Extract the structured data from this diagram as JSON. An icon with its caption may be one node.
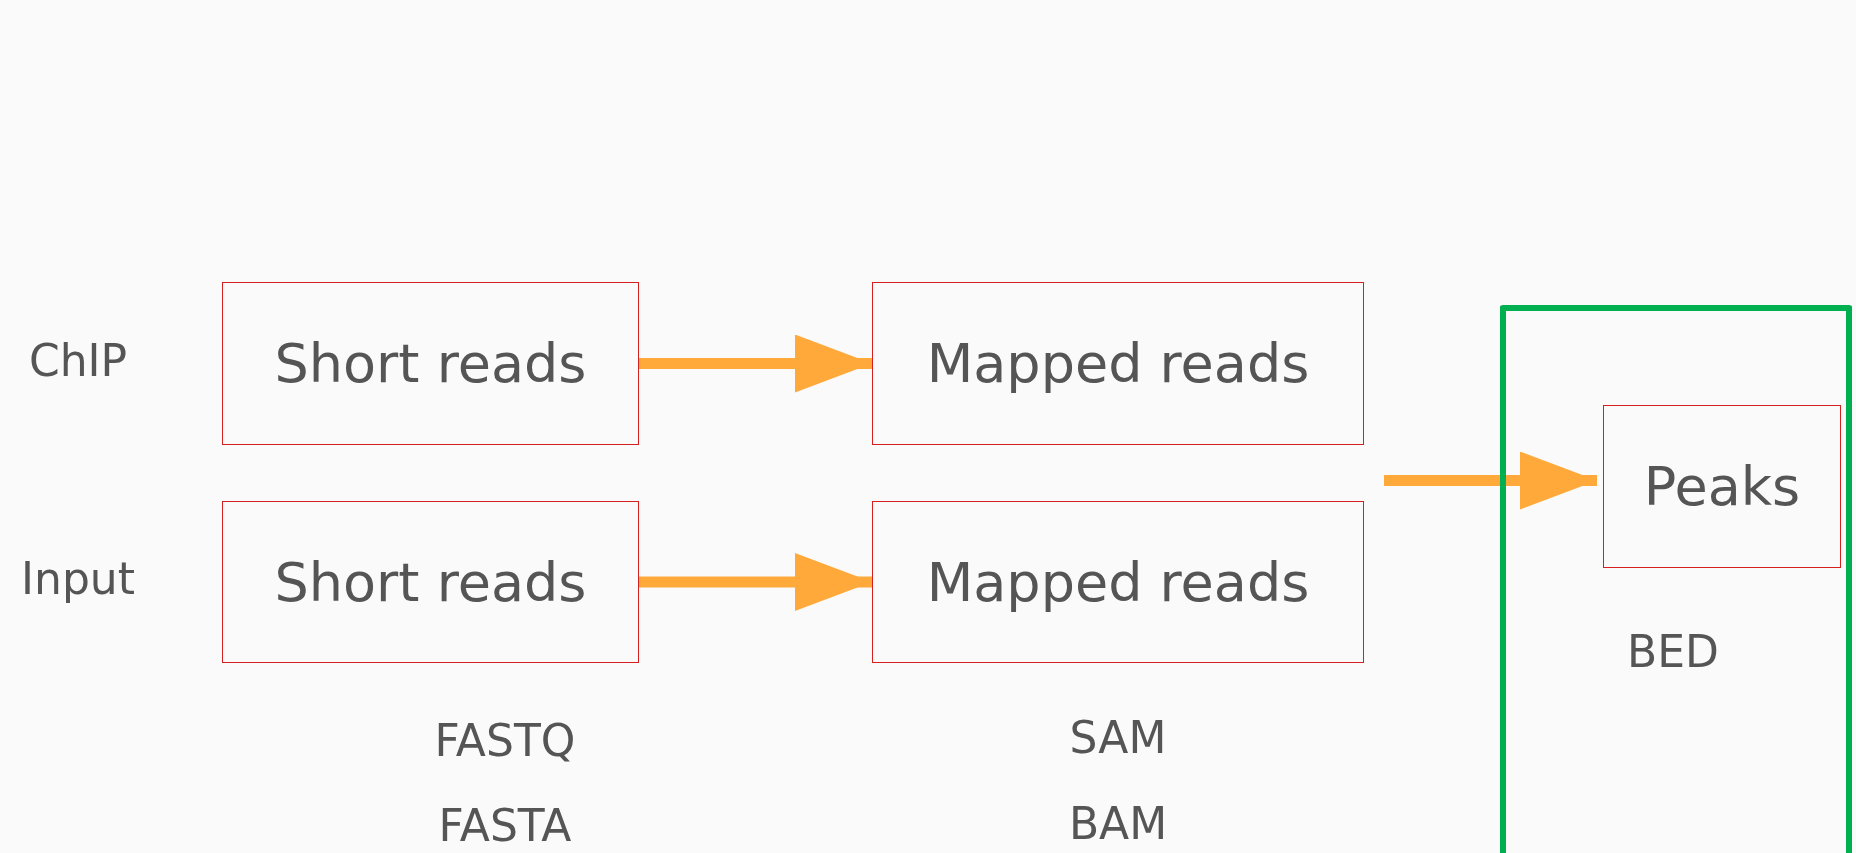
{
  "diagram": {
    "nodes": [
      {
        "text": [
          "Short reads"
        ],
        "beside": [
          "ChIP"
        ]
      },
      {
        "text": [
          "Mapped reads"
        ]
      },
      {
        "text": [
          "Short reads"
        ],
        "beside": [
          "Input"
        ]
      },
      {
        "text": [
          "Mapped reads"
        ]
      },
      {
        "text": [
          "BED"
        ]
      },
      {
        "text": [
          "Peaks"
        ],
        "in": 4
      }
    ],
    "edges": [
      {
        "from": 0,
        "to": 1,
        "arrow": "to"
      },
      {
        "from": 2,
        "to": 3,
        "arrow": "to"
      },
      {
        "from": null,
        "to": 5,
        "arrow": "to"
      }
    ],
    "labels": [
      "FASTQ",
      "SAM",
      "FASTA",
      "BAM"
    ]
  }
}
